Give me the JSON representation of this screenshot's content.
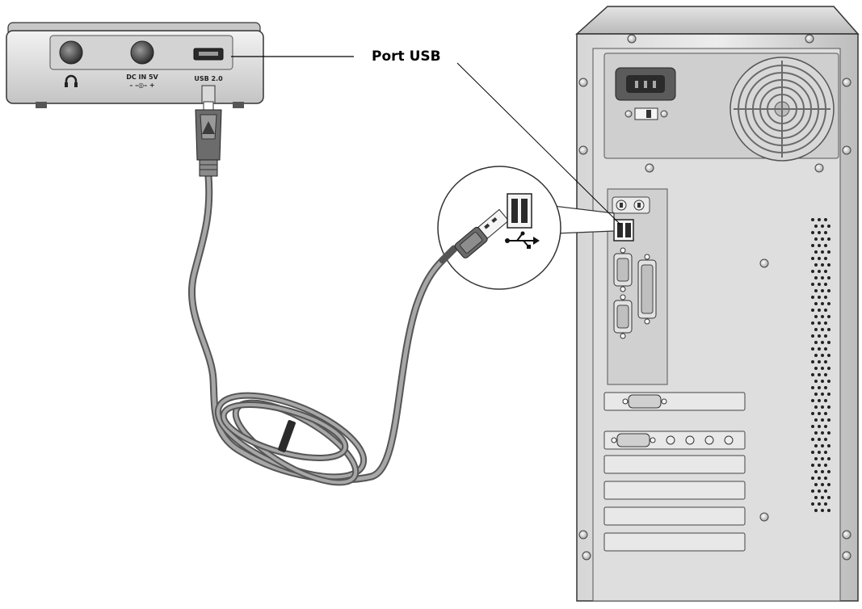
{
  "callout": {
    "label": "Port USB"
  },
  "device": {
    "port_labels": {
      "power": "DC IN 5V",
      "power_polarity": "– –◎– +",
      "usb": "USB 2.0"
    }
  },
  "colors": {
    "background": "#ffffff",
    "metal_light": "#ececec",
    "metal_mid": "#c9c9c9",
    "metal_dark": "#8e8e8e",
    "cable": "#9a9a9a",
    "outline": "#333333"
  }
}
